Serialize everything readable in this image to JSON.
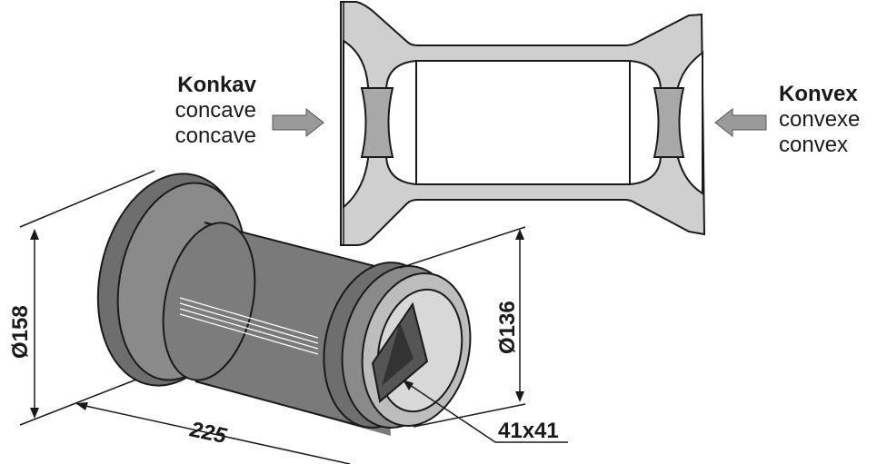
{
  "labels": {
    "concave": {
      "title": "Konkav",
      "line1": "concave",
      "line2": "concave"
    },
    "convex": {
      "title": "Konvex",
      "line1": "convexe",
      "line2": "convex"
    }
  },
  "dimensions": {
    "flange_diameter": "Ø158",
    "end_diameter": "Ø136",
    "length": "225",
    "bore": "41x41"
  },
  "colors": {
    "light_gray": "#cfcfcf",
    "mid_gray": "#a8a8a8",
    "dark_gray": "#6e6e6e",
    "arrow": "#9a9a9a"
  }
}
